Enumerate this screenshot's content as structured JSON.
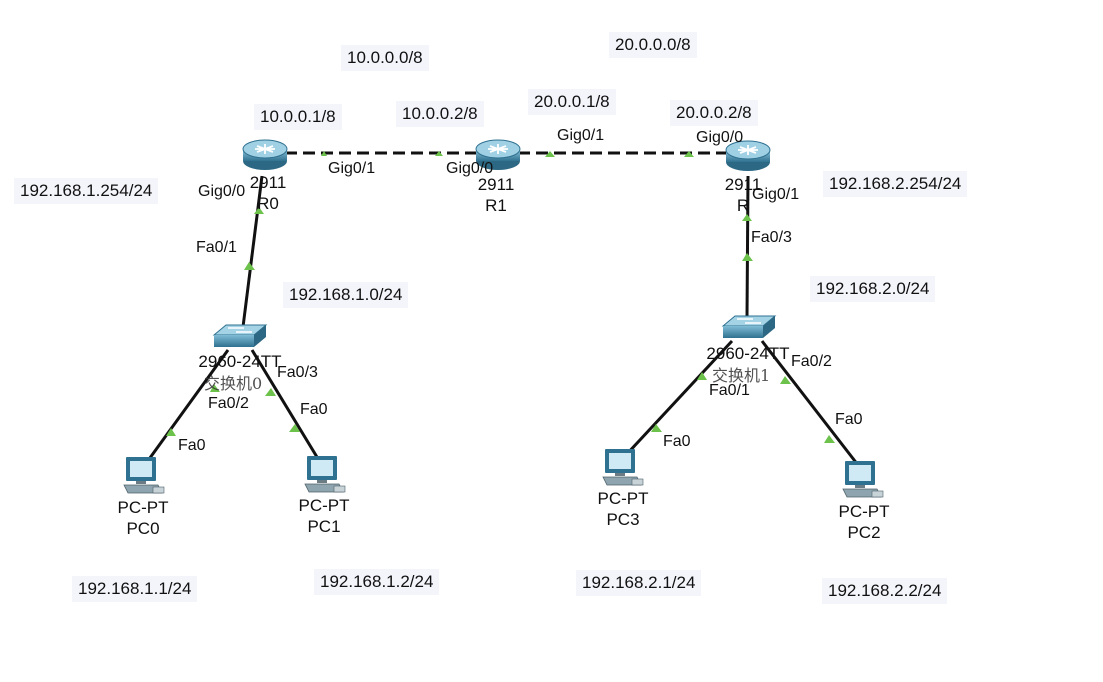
{
  "networks": {
    "net_r0_r1": "10.0.0.0/8",
    "net_r1_r2": "20.0.0.0/8",
    "lan_left": "192.168.1.0/24",
    "lan_right": "192.168.2.0/24"
  },
  "addresses": {
    "r0_gig01": "10.0.0.1/8",
    "r1_gig00": "10.0.0.2/8",
    "r1_gig01": "20.0.0.1/8",
    "r2_gig00": "20.0.0.2/8",
    "r0_gig00": "192.168.1.254/24",
    "r2_gig01": "192.168.2.254/24",
    "pc0": "192.168.1.1/24",
    "pc1": "192.168.1.2/24",
    "pc3": "192.168.2.1/24",
    "pc2": "192.168.2.2/24"
  },
  "devices": {
    "router0": {
      "model": "2911",
      "name": "R0"
    },
    "router1": {
      "model": "2911",
      "name": "R1"
    },
    "router2": {
      "model": "2911",
      "name": "R"
    },
    "switch0": {
      "model": "2960-24TT",
      "name": "交换机0"
    },
    "switch1": {
      "model": "2960-24TT",
      "name": "交换机1"
    },
    "pc0": {
      "model": "PC-PT",
      "name": "PC0"
    },
    "pc1": {
      "model": "PC-PT",
      "name": "PC1"
    },
    "pc2": {
      "model": "PC-PT",
      "name": "PC2"
    },
    "pc3": {
      "model": "PC-PT",
      "name": "PC3"
    }
  },
  "ports": {
    "r0_gig01": "Gig0/1",
    "r1_gig00": "Gig0/0",
    "r1_gig01": "Gig0/1",
    "r2_gig00": "Gig0/0",
    "r0_gig00": "Gig0/0",
    "sw0_fa01": "Fa0/1",
    "sw0_fa02": "Fa0/2",
    "sw0_fa03": "Fa0/3",
    "pc0_fa0": "Fa0",
    "pc1_fa0": "Fa0",
    "r2_gig01": "Gig0/1",
    "sw1_fa03": "Fa0/3",
    "sw1_fa01": "Fa0/1",
    "sw1_fa02": "Fa0/2",
    "pc3_fa0": "Fa0",
    "pc2_fa0": "Fa0"
  },
  "colors": {
    "router_body": "#3f8aa8",
    "switch_body": "#3f8aa8",
    "link_up": "#6cc24a",
    "cable": "#111111",
    "label_bg": "#f4f5fb"
  }
}
